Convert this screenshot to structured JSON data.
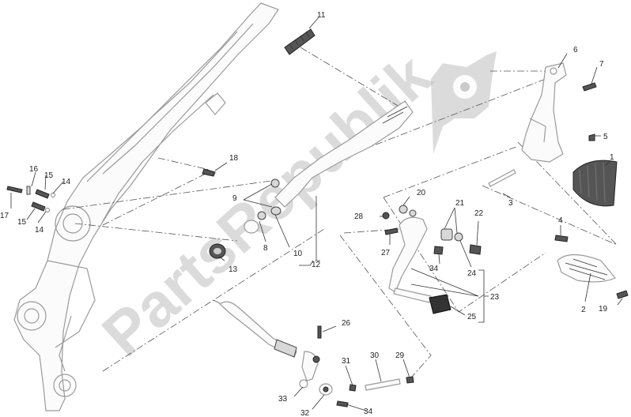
{
  "watermark": {
    "text": "PartsRepublik"
  },
  "callouts": [
    {
      "id": "c1",
      "text": "1"
    },
    {
      "id": "c2",
      "text": "2"
    },
    {
      "id": "c3",
      "text": "3"
    },
    {
      "id": "c4",
      "text": "4"
    },
    {
      "id": "c5",
      "text": "5"
    },
    {
      "id": "c6",
      "text": "6"
    },
    {
      "id": "c7",
      "text": "7"
    },
    {
      "id": "c8",
      "text": "8"
    },
    {
      "id": "c9",
      "text": "9"
    },
    {
      "id": "c10",
      "text": "10"
    },
    {
      "id": "c11",
      "text": "11"
    },
    {
      "id": "c12",
      "text": "12"
    },
    {
      "id": "c13",
      "text": "13"
    },
    {
      "id": "c14a",
      "text": "14"
    },
    {
      "id": "c14b",
      "text": "14"
    },
    {
      "id": "c15a",
      "text": "15"
    },
    {
      "id": "c15b",
      "text": "15"
    },
    {
      "id": "c16",
      "text": "16"
    },
    {
      "id": "c17",
      "text": "17"
    },
    {
      "id": "c18",
      "text": "18"
    },
    {
      "id": "c19",
      "text": "19"
    },
    {
      "id": "c20",
      "text": "20"
    },
    {
      "id": "c21",
      "text": "21"
    },
    {
      "id": "c22",
      "text": "22"
    },
    {
      "id": "c23",
      "text": "23"
    },
    {
      "id": "c24",
      "text": "24"
    },
    {
      "id": "c25",
      "text": "25"
    },
    {
      "id": "c26",
      "text": "26"
    },
    {
      "id": "c27",
      "text": "27"
    },
    {
      "id": "c28",
      "text": "28"
    },
    {
      "id": "c29",
      "text": "29"
    },
    {
      "id": "c30",
      "text": "30"
    },
    {
      "id": "c31",
      "text": "31"
    },
    {
      "id": "c32",
      "text": "32"
    },
    {
      "id": "c33",
      "text": "33"
    },
    {
      "id": "c34a",
      "text": "34"
    },
    {
      "id": "c34b",
      "text": "34"
    }
  ]
}
